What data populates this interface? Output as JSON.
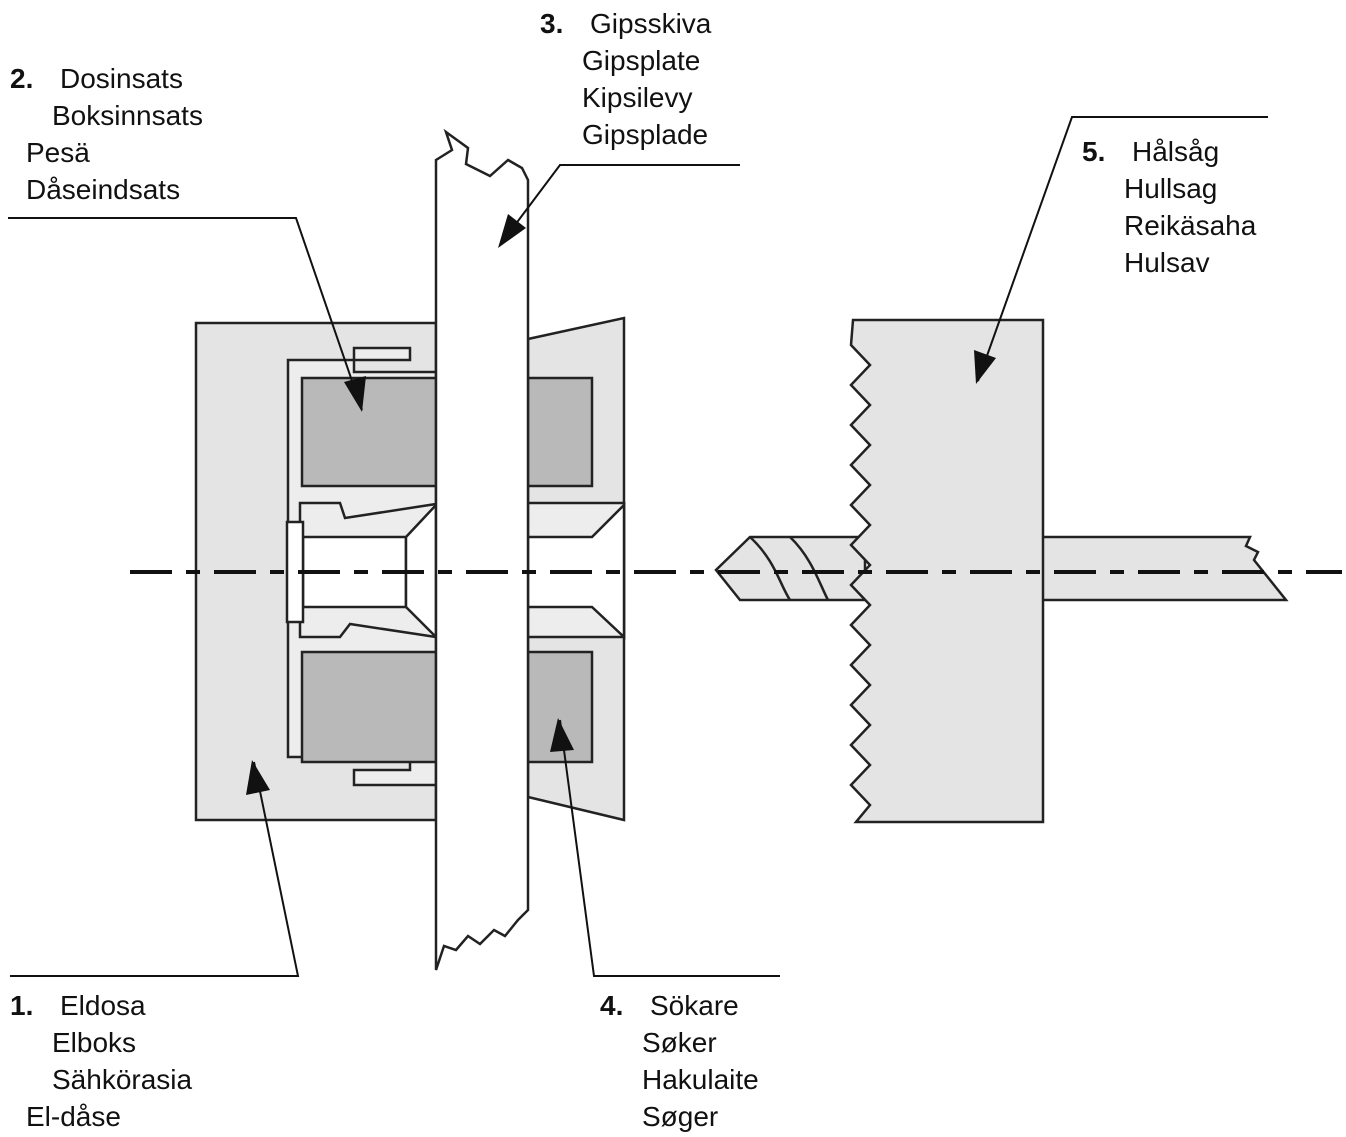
{
  "colors": {
    "stroke": "#222222",
    "box_fill": "#e4e4e4",
    "insert_fill": "#ededed",
    "dark_fill": "#b9b9b9",
    "board_fill": "#ffffff",
    "saw_fill": "#e4e4e4"
  },
  "labels": {
    "eldosa": {
      "number": "1.",
      "lines": [
        "Eldosa",
        "Elboks",
        "Sähkörasia",
        "El-dåse"
      ]
    },
    "dosinsats": {
      "number": "2.",
      "lines": [
        "Dosinsats",
        "Boksinnsats",
        "Pesä",
        "Dåseindsats"
      ]
    },
    "gipsskiva": {
      "number": "3.",
      "lines": [
        "Gipsskiva",
        "Gipsplate",
        "Kipsilevy",
        "Gipsplade"
      ]
    },
    "sokare": {
      "number": "4.",
      "lines": [
        "Sökare",
        "Søker",
        "Hakulaite",
        "Søger"
      ]
    },
    "halsag": {
      "number": "5.",
      "lines": [
        "Hålsåg",
        "Hullsag",
        "Reikäsaha",
        "Hulsav"
      ]
    }
  }
}
